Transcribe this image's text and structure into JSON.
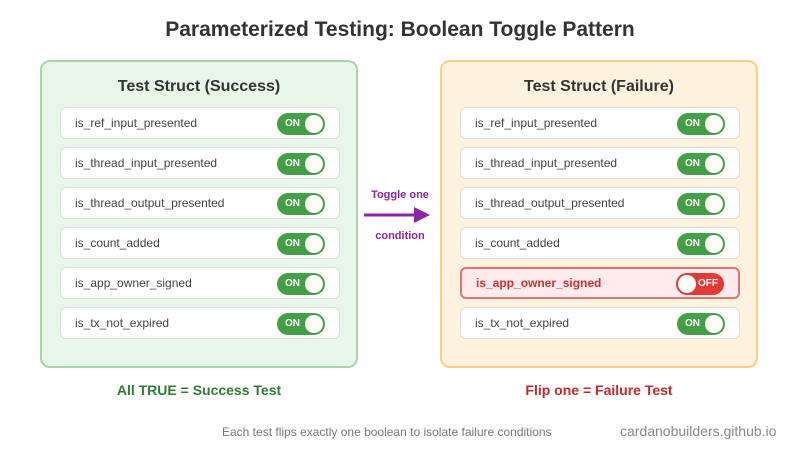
{
  "title": "Parameterized Testing: Boolean Toggle Pattern",
  "success_panel": {
    "title": "Test Struct (Success)",
    "caption": "All TRUE = Success Test",
    "rows": [
      {
        "label": "is_ref_input_presented",
        "state": "ON"
      },
      {
        "label": "is_thread_input_presented",
        "state": "ON"
      },
      {
        "label": "is_thread_output_presented",
        "state": "ON"
      },
      {
        "label": "is_count_added",
        "state": "ON"
      },
      {
        "label": "is_app_owner_signed",
        "state": "ON"
      },
      {
        "label": "is_tx_not_expired",
        "state": "ON"
      }
    ]
  },
  "failure_panel": {
    "title": "Test Struct (Failure)",
    "caption": "Flip one = Failure Test",
    "rows": [
      {
        "label": "is_ref_input_presented",
        "state": "ON"
      },
      {
        "label": "is_thread_input_presented",
        "state": "ON"
      },
      {
        "label": "is_thread_output_presented",
        "state": "ON"
      },
      {
        "label": "is_count_added",
        "state": "ON"
      },
      {
        "label": "is_app_owner_signed",
        "state": "OFF"
      },
      {
        "label": "is_tx_not_expired",
        "state": "ON"
      }
    ]
  },
  "arrow": {
    "label_top": "Toggle one",
    "label_bottom": "condition"
  },
  "footnote": "Each test flips exactly one boolean to isolate failure conditions",
  "watermark": "cardanobuilders.github.io",
  "colors": {
    "on": "#43a047",
    "off": "#e53935",
    "success_accent": "#2e7d32",
    "failure_accent": "#c62828",
    "arrow": "#8e24aa"
  }
}
